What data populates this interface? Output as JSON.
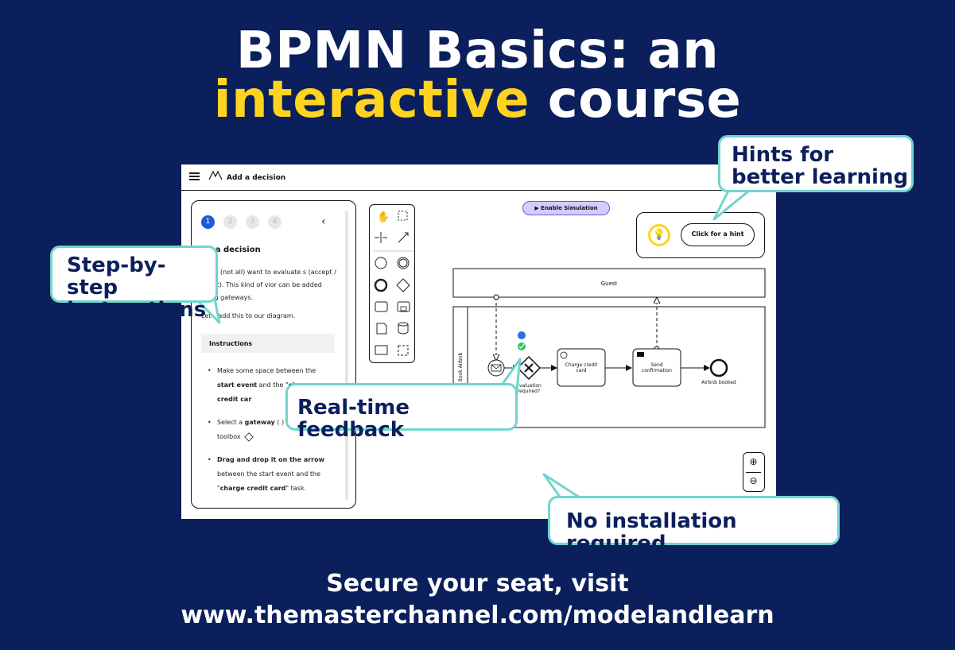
{
  "headline": {
    "line1": "BPMN Basics: an",
    "line2_highlight": "interactive",
    "line2_rest": " course",
    "highlight_color": "#ffd31f",
    "background_color": "#0b1f5c"
  },
  "app": {
    "title": "Add a decision",
    "steps": [
      "1",
      "2",
      "3",
      "4"
    ],
    "active_step": "1",
    "side_title": "dd a decision",
    "side_text": "hosts (not all) want to evaluate s (accept / reject). This kind of vior can be added using gateways.",
    "side_text2": "Let's add this to our diagram.",
    "instructions_label": "Instructions",
    "bullets": [
      {
        "pre": "Make some space between the ",
        "b1": "start event",
        "mid": " and the \"",
        "b2": "charge credit car",
        "post": ""
      },
      {
        "pre": "Select a ",
        "b1": "gateway",
        "mid": " ( ) from the toolbox",
        "b2": "",
        "post": ""
      },
      {
        "pre": "",
        "b1": "Drag and drop it on the arrow",
        "mid": " between the start event and the \"",
        "b2": "charge credit card",
        "post": "\" task."
      }
    ],
    "simulation_button": "Enable Simulation",
    "hint_button": "Click for a hint",
    "diagram": {
      "pool_guest": "Guest",
      "pool_airbnb": "Book Airbnb",
      "gateway_label_1": "Evaluation",
      "gateway_label_2": "required?",
      "task1_line1": "Charge credit",
      "task1_line2": "card",
      "task2_line1": "Send",
      "task2_line2": "confirmation",
      "end_label": "Airbnb booked"
    }
  },
  "callouts": {
    "hints": "Hints for better learning",
    "steps": "Step-by-step instructions",
    "feedback": "Real-time feedback",
    "install": "No installation required",
    "border_color": "#6fd6cc"
  },
  "footer": {
    "line1": "Secure your seat, visit",
    "line2": "www.themasterchannel.com/modelandlearn"
  }
}
